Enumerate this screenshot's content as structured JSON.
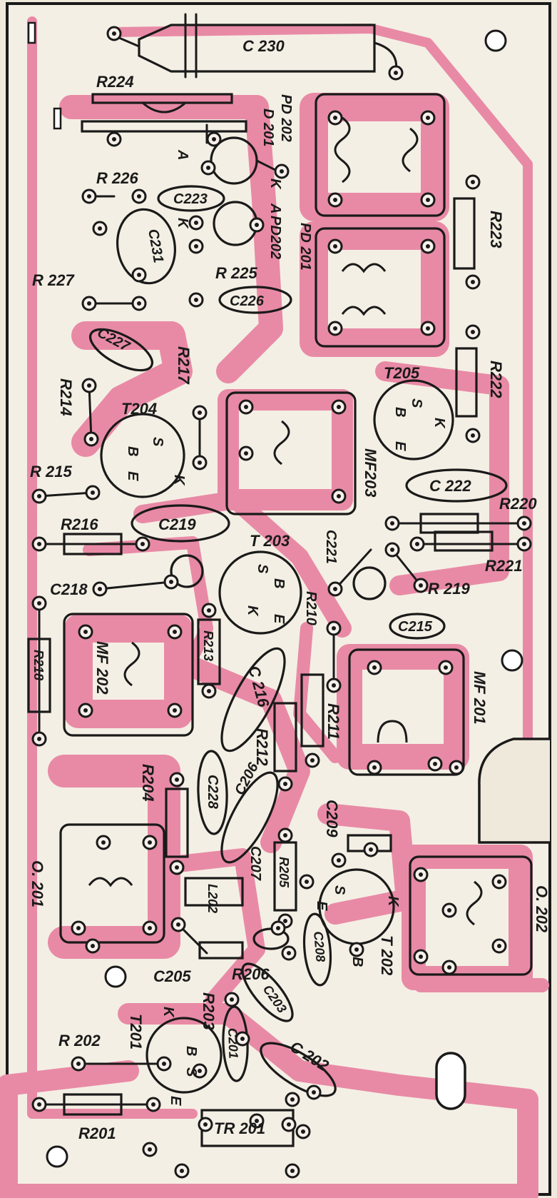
{
  "colors": {
    "board": "#efe9dc",
    "copper": "#e88aa6",
    "ink": "#1a1a1a"
  },
  "labels": {
    "c230": "C 230",
    "r224": "R224",
    "pd202_top": "PD 202",
    "d201": "D 201",
    "r226": "R 226",
    "c223": "C223",
    "c231": "C231",
    "r227": "R 227",
    "r225": "R 225",
    "c226": "C226",
    "pd202_mid": "PD202",
    "pd201": "PD 201",
    "r223": "R223",
    "c227": "C227",
    "r217": "R217",
    "t205": "T205",
    "r222": "R222",
    "r214": "R214",
    "t204": "T204",
    "mf203": "MF203",
    "r215": "R 215",
    "c222": "C 222",
    "r220": "R220",
    "r216": "R216",
    "c219": "C219",
    "t203": "T 203",
    "c221": "C221",
    "r221": "R221",
    "c218": "C218",
    "r219": "R 219",
    "r210": "R210",
    "c215": "C215",
    "r218": "R218",
    "mf202": "MF 202",
    "r213": "R213",
    "c216": "C 216",
    "mf201": "MF 201",
    "r211": "R211",
    "r212": "R212",
    "r204": "R204",
    "c228": "C228",
    "c206": "C206",
    "c209": "C209",
    "o201": "O. 201",
    "c207": "C207",
    "l202": "L202",
    "r205": "R205",
    "o202": "O. 202",
    "t202": "T 202",
    "c205": "C205",
    "r206": "R206",
    "c203": "C203",
    "c208": "C208",
    "r203": "R203",
    "t201": "T201",
    "r202": "R 202",
    "c201": "C201",
    "c202": "C 202",
    "r201": "R201",
    "tr201": "TR 201",
    "pin_a1": "A",
    "pin_k1": "K",
    "pin_a2": "A",
    "pin_k2": "K",
    "t204_s": "S",
    "t204_b": "B",
    "t204_e": "E",
    "t204_k": "K",
    "t205_s": "S",
    "t205_b": "B",
    "t205_e": "E",
    "t205_k": "K",
    "t203_s": "S",
    "t203_b": "B",
    "t203_e": "E",
    "t203_k": "K",
    "t202_s": "S",
    "t202_k": "K",
    "t202_e": "E",
    "t202_b": "B",
    "t201_k": "K",
    "t201_b": "B",
    "t201_s": "S",
    "t201_e": "E"
  }
}
